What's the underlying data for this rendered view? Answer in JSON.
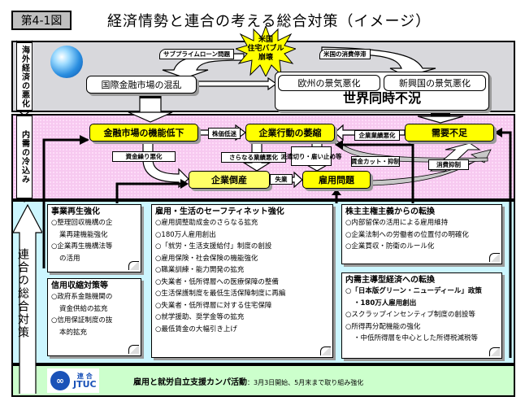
{
  "header": {
    "figure_label": "第4-1図",
    "title": "経済情勢と連合の考える総合対策（イメージ）"
  },
  "side_labels": {
    "overseas": "海外経済の悪化",
    "domestic": "内需の冷込み",
    "rengo": "連合の総合対策"
  },
  "overseas": {
    "burst": [
      "米国",
      "住宅バブル",
      "崩壊"
    ],
    "subprime_label": "サブプライムローン問題",
    "us_consumption_label": "米国の消費停滞",
    "intl_finance_box": "国際金融市場の混乱",
    "europe_box": "欧州の景気悪化",
    "emerging_box": "新興国の景気悪化",
    "world_recession": "世界同時不況"
  },
  "domestic": {
    "finance_decline": "金融市場の機能低下",
    "corp_shrink": "企業行動の萎縮",
    "demand_short": "需要不足",
    "bankruptcy": "企業倒産",
    "employment": "雇用問題",
    "labels": {
      "stock_slump": "株価低迷",
      "funding": "資金繰り悪化",
      "further_perf": "さらなる業績悪化",
      "dispatch": "派遣切り・雇い止め等",
      "corp_perf": "企業業績悪化",
      "wage_cut": "賃金カット・抑制",
      "consumption": "消費抑制",
      "unemployment": "失業"
    }
  },
  "policies": {
    "revival": {
      "title": "事業再生強化",
      "items": [
        {
          "text": "○整理回収機構の企",
          "indent": false
        },
        {
          "text": "業再建機能強化",
          "indent": true
        },
        {
          "text": "○企業再生機構法等",
          "indent": false
        },
        {
          "text": "の活用",
          "indent": true
        }
      ]
    },
    "credit": {
      "title": "信用収縮対策等",
      "items": [
        {
          "text": "○政府系金融機関の",
          "indent": false
        },
        {
          "text": "資金供給の拡充",
          "indent": true
        },
        {
          "text": "○信用保証制度の抜",
          "indent": false
        },
        {
          "text": "本的拡充",
          "indent": true
        }
      ]
    },
    "safety": {
      "title": "雇用・生活のセーフティネット強化",
      "items": [
        "○雇用調整助成金のさらなる拡充",
        "○180万人雇用創出",
        "○「就労・生活支援給付」制度の創設",
        "○雇用保険・社会保険の機能強化",
        "○職業訓練・能力開発の拡充",
        "○失業者・低所得層への医療保障の整備",
        "○生活保護制度を最低生活保障制度に再編",
        "○失業者・低所得層に対する住宅保障",
        "○就学援助、奨学金等の拡充",
        "○最低賃金の大幅引き上げ"
      ]
    },
    "shareholder": {
      "title": "株主主権主義からの転換",
      "items": [
        "○内部留保の活用による雇用維持",
        "○企業法制への労働者の位置付の明確化",
        "○企業買収・防衛のルール化"
      ]
    },
    "domestic_demand": {
      "title": "内需主導型経済への転換",
      "items": [
        {
          "text": "○「日本版グリーン・ニューディール」政策",
          "bold": true,
          "indent": false
        },
        {
          "text": "・180万人雇用創出",
          "bold": true,
          "indent": true
        },
        {
          "text": "○スクラップインセンティブ制度の創設等",
          "bold": false,
          "indent": false
        },
        {
          "text": "○所得再分配機能の強化",
          "bold": false,
          "indent": false
        },
        {
          "text": "・中低所得層を中心とした所得税減税等",
          "bold": false,
          "indent": true
        }
      ]
    }
  },
  "footer": {
    "logo_jp": "連 合",
    "logo_en": "JTUC",
    "campaign_title": "雇用と就労自立支援カンパ活動",
    "campaign_detail": "：3月3日開始、5月末まで取り組み強化"
  },
  "colors": {
    "overseas_band": "#d8d8dc",
    "domestic_band": "#f7c9f0",
    "rengo_band": "#ccf6ff",
    "footer_band": "#ccffcc",
    "yellow_box": "#ffff00",
    "logo_blue": "#1a52b8"
  }
}
